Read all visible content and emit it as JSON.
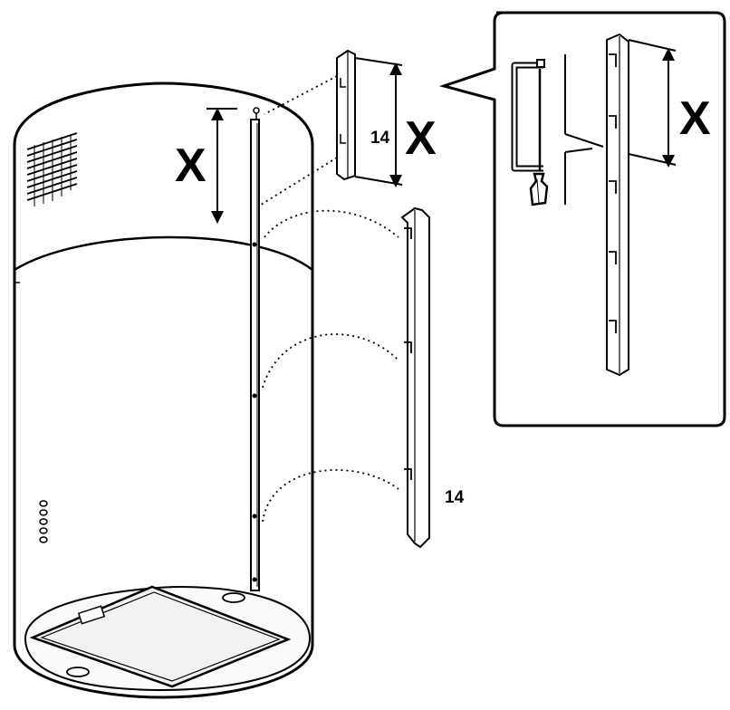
{
  "labels": {
    "dimension_x_hood": "X",
    "dimension_x_bracket": "X",
    "dimension_x_detail": "X",
    "part_number_bracket": "14",
    "part_number_rail": "14"
  },
  "colors": {
    "line": "#000000",
    "hood_fill": "#ffffff",
    "panel_fill": "#f2f2f2"
  },
  "icons": [
    "hacksaw-icon",
    "dimension-arrow-icon"
  ]
}
